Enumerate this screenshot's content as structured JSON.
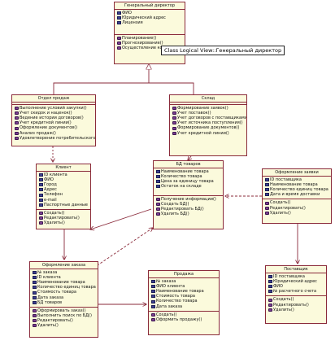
{
  "tooltip": "Class Logical View::Генеральный директор",
  "classes": {
    "director": {
      "name": "Генеральный директор",
      "attrs": [
        "ФИО",
        "Юридический адрес",
        "Лицензия"
      ],
      "ops": [
        "Планирование()",
        "Прогнозирование()",
        "Осуществление ко"
      ]
    },
    "sales": {
      "name": "Отдел продаж",
      "attrs": [],
      "ops": [
        "Выполнение условий закупки()",
        "Учет скидок и наценок()",
        "Ведение истории договоров()",
        "Учет кредитной линии()",
        "Оформление документов()",
        "Анализ продаж()",
        "Удовлетворение потребительского спроса()"
      ]
    },
    "warehouse": {
      "name": "Склад",
      "attrs": [],
      "ops": [
        "Формирование заявок()",
        "Учет поставок()",
        "Учет договоров с поставщиками()",
        "Учет источника поступления()",
        "Формирование документов()",
        "Учет кредитной линии()"
      ]
    },
    "client": {
      "name": "Клиент",
      "attrs": [
        "ID клиента",
        "ФИО",
        "Город",
        "Адрес",
        "Телефон",
        "e-mail",
        "Паспортные данные"
      ],
      "ops": [
        "Создать()",
        "Редактировать()",
        "Удалить()"
      ]
    },
    "db": {
      "name": "БД товаров",
      "attrs": [
        "Наименование товара",
        "Количество товара",
        "Цена за единицу товара",
        "Остаток на складе"
      ],
      "ops": [
        "Получение информации()",
        "Создать БД()",
        "Редактировать БД()",
        "Удалить БД()"
      ]
    },
    "supply_order": {
      "name": "Оформление заявки",
      "attrs": [
        "ID поставщика",
        "Наименование товара",
        "Количество единиц товара",
        "Дата и время доставки"
      ],
      "ops": [
        "Создать()",
        "Редактировать()",
        "Удалить()"
      ]
    },
    "order": {
      "name": "Оформление заказа",
      "attrs": [
        "№ заказа",
        "ID клиента",
        "Наименование товара",
        "Количество единиц товара",
        "Стоимость товара",
        "Дата заказа",
        "БД товаров"
      ],
      "ops": [
        "Оформировать заказ()",
        "Выполнить поиск по БД()",
        "Редактировать()",
        "Удалить()"
      ]
    },
    "sale": {
      "name": "Продажа",
      "attrs": [
        "№ заказа",
        "ФИО клиента",
        "Наименование товара",
        "Стоимость товара",
        "Количество товара",
        "Дата заказа"
      ],
      "ops": [
        "Создать()",
        "Оформить продажу()"
      ]
    },
    "supplier": {
      "name": "Поставщик",
      "attrs": [
        "ID поставщика",
        "Юридический адрес",
        "ФИО",
        "№ расчетного счета"
      ],
      "ops": [
        "Создать()",
        "Редактировать()",
        "Удалить()"
      ]
    }
  },
  "colors": {
    "box_fill": "#fbfadc",
    "box_border": "#8a2a3a",
    "line": "#8a2a3a",
    "attr_icon": "#3c3f8f",
    "op_icon": "#7a3d8f"
  }
}
